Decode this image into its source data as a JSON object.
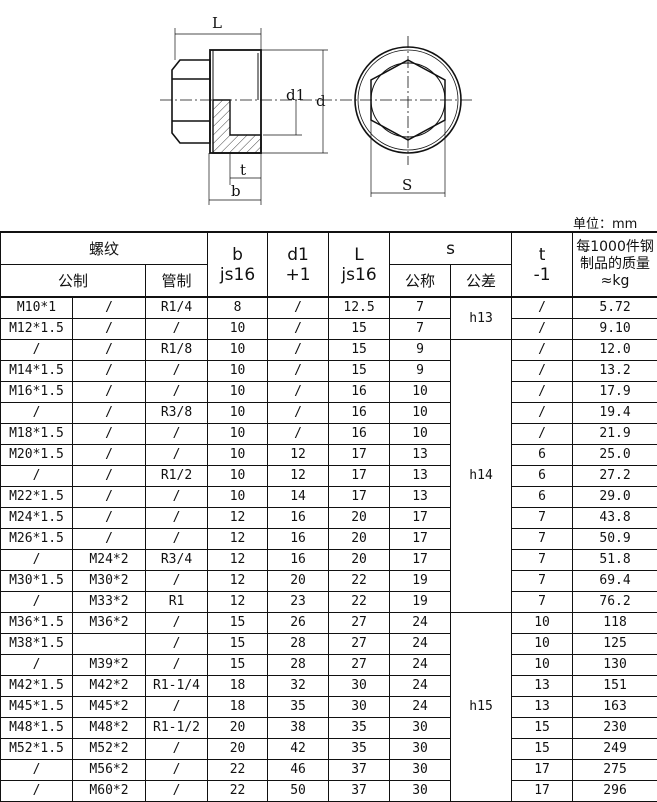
{
  "drawing": {
    "side_view_labels": {
      "L": "L",
      "d1": "d1",
      "d": "d",
      "t": "t",
      "b": "b"
    },
    "end_view_labels": {
      "S": "S"
    }
  },
  "unit_label": "单位：mm",
  "table": {
    "header": {
      "thread": "螺纹",
      "metric": "公制",
      "pipe": "管制",
      "b": "b",
      "b_tol": "js16",
      "d1": "d1",
      "d1_tol": "+1",
      "L": "L",
      "L_tol": "js16",
      "s": "s",
      "s_nominal": "公称",
      "s_tolerance": "公差",
      "t": "t",
      "t_tol": "-1",
      "mass_line1": "每1000件钢",
      "mass_line2": "制品的质量",
      "mass_line3": "≈kg"
    },
    "tolerance_groups": [
      {
        "label": "h13",
        "rows": 2
      },
      {
        "label": "h14",
        "rows": 13
      },
      {
        "label": "h15",
        "rows": 9
      }
    ],
    "rows": [
      {
        "metric_fine": "M10*1",
        "metric_coarse": "/",
        "pipe": "R1/4",
        "b": "8",
        "d1": "/",
        "L": "12.5",
        "s": "7",
        "t": "/",
        "mass": "5.72"
      },
      {
        "metric_fine": "M12*1.5",
        "metric_coarse": "/",
        "pipe": "/",
        "b": "10",
        "d1": "/",
        "L": "15",
        "s": "7",
        "t": "/",
        "mass": "9.10"
      },
      {
        "metric_fine": "/",
        "metric_coarse": "/",
        "pipe": "R1/8",
        "b": "10",
        "d1": "/",
        "L": "15",
        "s": "9",
        "t": "/",
        "mass": "12.0"
      },
      {
        "metric_fine": "M14*1.5",
        "metric_coarse": "/",
        "pipe": "/",
        "b": "10",
        "d1": "/",
        "L": "15",
        "s": "9",
        "t": "/",
        "mass": "13.2"
      },
      {
        "metric_fine": "M16*1.5",
        "metric_coarse": "/",
        "pipe": "/",
        "b": "10",
        "d1": "/",
        "L": "16",
        "s": "10",
        "t": "/",
        "mass": "17.9"
      },
      {
        "metric_fine": "/",
        "metric_coarse": "/",
        "pipe": "R3/8",
        "b": "10",
        "d1": "/",
        "L": "16",
        "s": "10",
        "t": "/",
        "mass": "19.4"
      },
      {
        "metric_fine": "M18*1.5",
        "metric_coarse": "/",
        "pipe": "/",
        "b": "10",
        "d1": "/",
        "L": "16",
        "s": "10",
        "t": "/",
        "mass": "21.9"
      },
      {
        "metric_fine": "M20*1.5",
        "metric_coarse": "/",
        "pipe": "/",
        "b": "10",
        "d1": "12",
        "L": "17",
        "s": "13",
        "t": "6",
        "mass": "25.0"
      },
      {
        "metric_fine": "/",
        "metric_coarse": "/",
        "pipe": "R1/2",
        "b": "10",
        "d1": "12",
        "L": "17",
        "s": "13",
        "t": "6",
        "mass": "27.2"
      },
      {
        "metric_fine": "M22*1.5",
        "metric_coarse": "/",
        "pipe": "/",
        "b": "10",
        "d1": "14",
        "L": "17",
        "s": "13",
        "t": "6",
        "mass": "29.0"
      },
      {
        "metric_fine": "M24*1.5",
        "metric_coarse": "/",
        "pipe": "/",
        "b": "12",
        "d1": "16",
        "L": "20",
        "s": "17",
        "t": "7",
        "mass": "43.8"
      },
      {
        "metric_fine": "M26*1.5",
        "metric_coarse": "/",
        "pipe": "/",
        "b": "12",
        "d1": "16",
        "L": "20",
        "s": "17",
        "t": "7",
        "mass": "50.9"
      },
      {
        "metric_fine": "/",
        "metric_coarse": "M24*2",
        "pipe": "R3/4",
        "b": "12",
        "d1": "16",
        "L": "20",
        "s": "17",
        "t": "7",
        "mass": "51.8"
      },
      {
        "metric_fine": "M30*1.5",
        "metric_coarse": "M30*2",
        "pipe": "/",
        "b": "12",
        "d1": "20",
        "L": "22",
        "s": "19",
        "t": "7",
        "mass": "69.4"
      },
      {
        "metric_fine": "/",
        "metric_coarse": "M33*2",
        "pipe": "R1",
        "b": "12",
        "d1": "23",
        "L": "22",
        "s": "19",
        "t": "7",
        "mass": "76.2"
      },
      {
        "metric_fine": "M36*1.5",
        "metric_coarse": "M36*2",
        "pipe": "/",
        "b": "15",
        "d1": "26",
        "L": "27",
        "s": "24",
        "t": "10",
        "mass": "118"
      },
      {
        "metric_fine": "M38*1.5",
        "metric_coarse": "",
        "pipe": "/",
        "b": "15",
        "d1": "28",
        "L": "27",
        "s": "24",
        "t": "10",
        "mass": "125"
      },
      {
        "metric_fine": "/",
        "metric_coarse": "M39*2",
        "pipe": "/",
        "b": "15",
        "d1": "28",
        "L": "27",
        "s": "24",
        "t": "10",
        "mass": "130"
      },
      {
        "metric_fine": "M42*1.5",
        "metric_coarse": "M42*2",
        "pipe": "R1-1/4",
        "b": "18",
        "d1": "32",
        "L": "30",
        "s": "24",
        "t": "13",
        "mass": "151"
      },
      {
        "metric_fine": "M45*1.5",
        "metric_coarse": "M45*2",
        "pipe": "/",
        "b": "18",
        "d1": "35",
        "L": "30",
        "s": "24",
        "t": "13",
        "mass": "163"
      },
      {
        "metric_fine": "M48*1.5",
        "metric_coarse": "M48*2",
        "pipe": "R1-1/2",
        "b": "20",
        "d1": "38",
        "L": "35",
        "s": "30",
        "t": "15",
        "mass": "230"
      },
      {
        "metric_fine": "M52*1.5",
        "metric_coarse": "M52*2",
        "pipe": "/",
        "b": "20",
        "d1": "42",
        "L": "35",
        "s": "30",
        "t": "15",
        "mass": "249"
      },
      {
        "metric_fine": "/",
        "metric_coarse": "M56*2",
        "pipe": "/",
        "b": "22",
        "d1": "46",
        "L": "37",
        "s": "30",
        "t": "17",
        "mass": "275"
      },
      {
        "metric_fine": "/",
        "metric_coarse": "M60*2",
        "pipe": "/",
        "b": "22",
        "d1": "50",
        "L": "37",
        "s": "30",
        "t": "17",
        "mass": "296"
      }
    ]
  }
}
